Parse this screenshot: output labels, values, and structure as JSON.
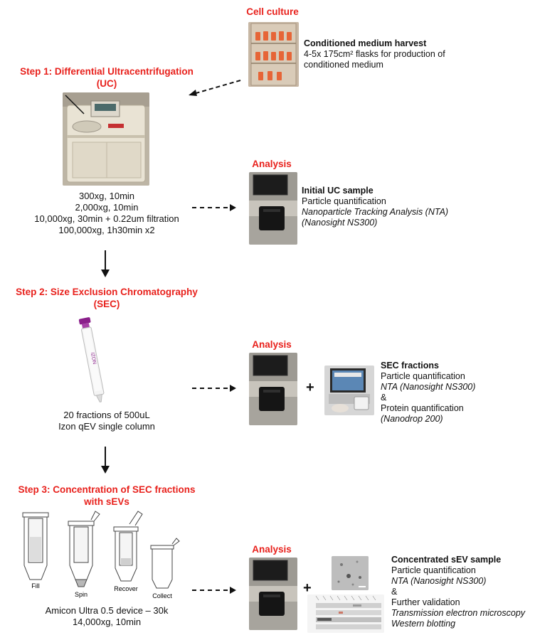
{
  "cell_culture": {
    "heading": "Cell culture",
    "title": "Conditioned medium harvest",
    "lines": [
      "4-5x 175cm² flasks for production of",
      "conditioned medium"
    ]
  },
  "step1": {
    "title_line1": "Step 1: Differential Ultracentrifugation",
    "title_line2": "(UC)",
    "protocol": [
      "300xg, 10min",
      "2,000xg, 10min",
      "10,000xg, 30min + 0.22um filtration",
      "100,000xg, 1h30min x2"
    ]
  },
  "analysis1": {
    "heading": "Analysis",
    "title": "Initial UC sample",
    "line1": "Particle quantification",
    "line2": "Nanoparticle Tracking Analysis (NTA)",
    "line3": "(Nanosight NS300)"
  },
  "step2": {
    "title_line1": "Step 2: Size Exclusion  Chromatography",
    "title_line2": "(SEC)",
    "column_label": "IZON",
    "protocol": [
      "20 fractions of 500uL",
      "Izon qEV single column"
    ]
  },
  "analysis2": {
    "heading": "Analysis",
    "plus": "+",
    "title": "SEC fractions",
    "line1": "Particle quantification",
    "line2": "NTA (Nanosight NS300)",
    "line3": "&",
    "line4": "Protein quantification",
    "line5": "(Nanodrop 200)"
  },
  "step3": {
    "title_line1": "Step 3: Concentration  of SEC fractions",
    "title_line2": "with sEVs",
    "device_labels": [
      "Fill",
      "Spin",
      "Recover",
      "Collect"
    ],
    "protocol": [
      "Amicon Ultra 0.5 device – 30k",
      "14,000xg, 10min"
    ]
  },
  "analysis3": {
    "heading": "Analysis",
    "plus": "+",
    "title": "Concentrated sEV sample",
    "line1": "Particle quantification",
    "line2": "NTA (Nanosight NS300)",
    "line3": "&",
    "line4": "Further validation",
    "line5": "Transmission electron microscopy",
    "line6": "Western blotting"
  }
}
